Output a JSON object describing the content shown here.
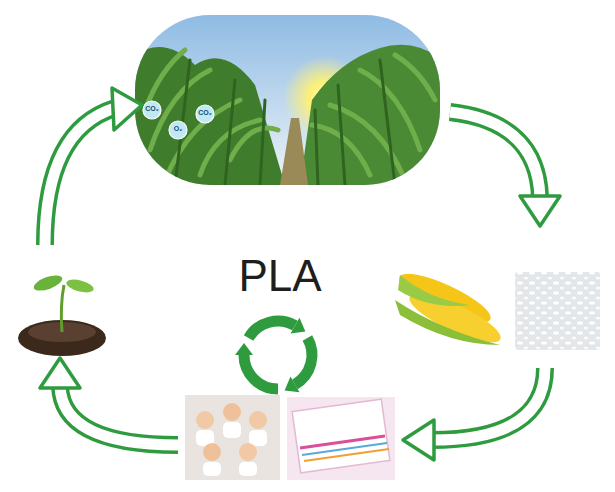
{
  "diagram": {
    "labels": [
      "PLA",
      "CO₂",
      "O₂",
      "CO₂"
    ]
  }
}
